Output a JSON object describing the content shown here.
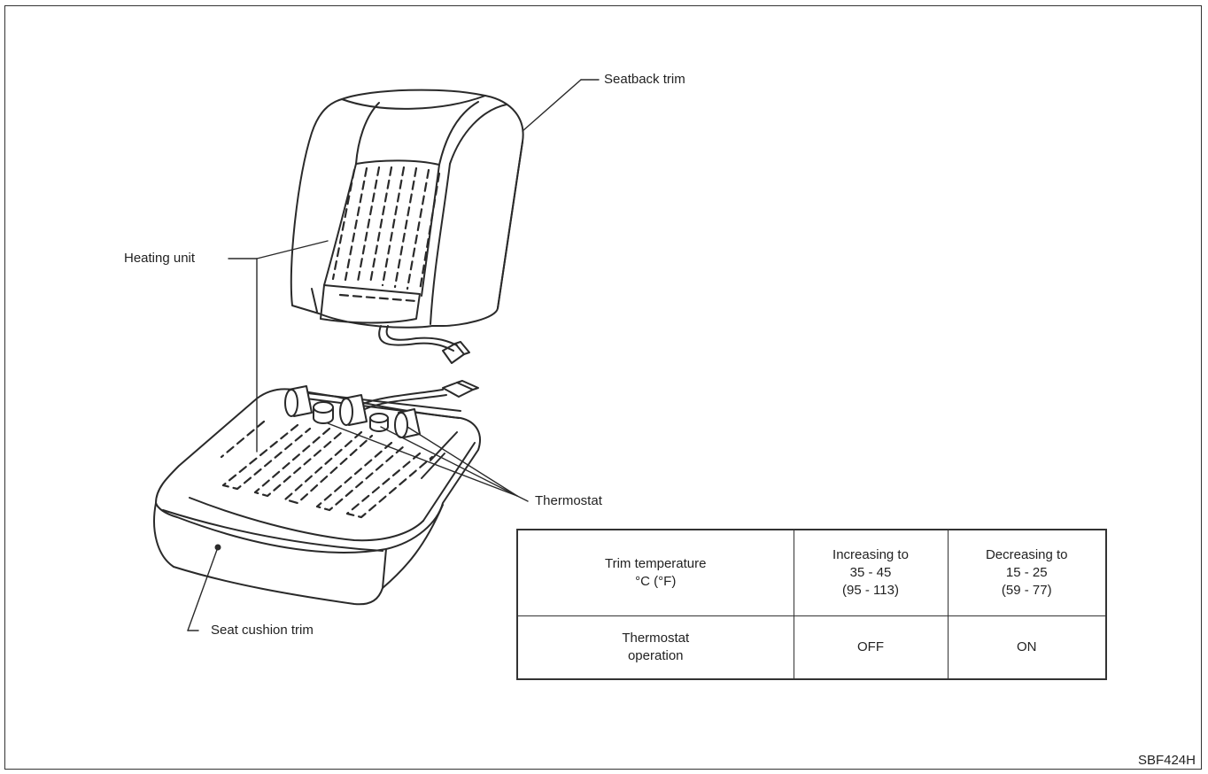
{
  "labels": {
    "seatback_trim": "Seatback trim",
    "heating_unit": "Heating unit",
    "thermostat": "Thermostat",
    "seat_cushion_trim": "Seat cushion trim"
  },
  "table": {
    "row1_header": [
      "Trim temperature",
      "°C (°F)"
    ],
    "row1_increasing": [
      "Increasing to",
      "35 - 45",
      "(95 - 113)"
    ],
    "row1_decreasing": [
      "Decreasing to",
      "15 - 25",
      "(59 - 77)"
    ],
    "row2_header": [
      "Thermostat",
      "operation"
    ],
    "row2_increasing": "OFF",
    "row2_decreasing": "ON"
  },
  "figure_code": "SBF424H"
}
